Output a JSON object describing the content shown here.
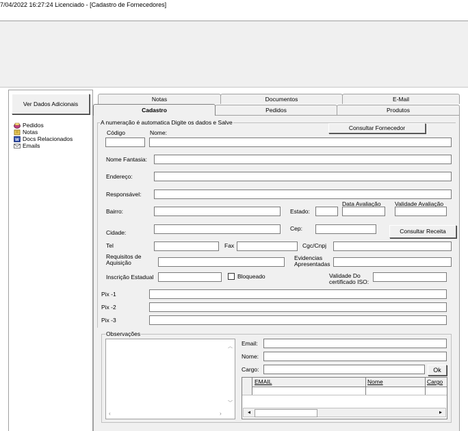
{
  "window": {
    "title": "7/04/2022 16:27:24 Licenciado - [Cadastro de Fornecedores]"
  },
  "left": {
    "more_button": "Ver Dados Adicionais",
    "items": [
      {
        "label": "Pedidos",
        "icon": "pedidos-icon"
      },
      {
        "label": "Notas",
        "icon": "notas-icon"
      },
      {
        "label": "Docs Relacionados",
        "icon": "word-doc-icon"
      },
      {
        "label": "Emails",
        "icon": "email-icon"
      }
    ]
  },
  "tabs": {
    "row1": [
      "Notas",
      "Documentos",
      "E-Mail"
    ],
    "row2": [
      "Cadastro",
      "Pedidos",
      "Produtos"
    ],
    "active": "Cadastro"
  },
  "form": {
    "group_label": "A numeração é automatica Digite os dados e Salve",
    "consultar_fornecedor": "Consultar Fornecedor",
    "codigo": "Código",
    "nome": "Nome:",
    "nome_fantasia": "Nome Fantasia:",
    "endereco": "Endereço:",
    "responsavel": "Responsável:",
    "bairro": "Bairro:",
    "estado": "Estado:",
    "data_avaliacao": "Data Avaliação",
    "validade_avaliacao": "Validade Avaliação",
    "cidade": "Cidade:",
    "cep": "Cep:",
    "consultar_receita": "Consultar Receita",
    "tel": "Tel",
    "fax": "Fax",
    "cgc_cnpj": "Cgc/Cnpj",
    "requisitos_line1": "Requisitos de",
    "requisitos_line2": "Aquisição",
    "evidencias_line1": "Evidencias",
    "evidencias_line2": "Apresentadas",
    "inscricao_estadual": "Inscrição Estadual",
    "bloqueado": "Bloqueado",
    "validade_iso_line1": "Validade Do",
    "validade_iso_line2": "certificado ISO:",
    "pix1": "Pix -1",
    "pix2": "Pix -2",
    "pix3": "Pix -3"
  },
  "obs": {
    "label": "Observações",
    "email": "Email:",
    "nome": "Nome:",
    "cargo": "Cargo:",
    "ok": "Ok",
    "grid_cols": [
      "EMAIL",
      "Nome",
      "Cargo"
    ]
  }
}
